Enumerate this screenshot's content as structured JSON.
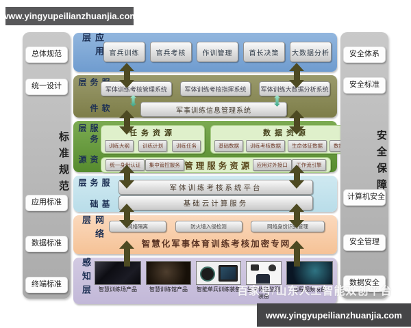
{
  "banners": {
    "top": "www.yingyupeilianzhuanjia.com",
    "bottom": "www.yingyupeilianzhuanjia.com"
  },
  "watermark": "百家号/山东人工智能双创平台",
  "left_column": {
    "title": "标准规范",
    "top_items": [
      "总体规范",
      "统一设计"
    ],
    "bottom_items": [
      "应用标准",
      "数据标准",
      "终端标准"
    ]
  },
  "right_column": {
    "title": "安全保障",
    "top_items": [
      "安全体系",
      "安全标准"
    ],
    "bottom_items": [
      "计算机安全",
      "安全管理",
      "数据安全"
    ]
  },
  "layers": {
    "application": {
      "label": "应用层",
      "items": [
        "官兵训练",
        "官兵考核",
        "作训管理",
        "首长决策",
        "大数据分析"
      ]
    },
    "software": {
      "label_outer": "软件",
      "label_inner": "服务层",
      "systems": [
        "军体训练考核管理系统",
        "军体训练考核指挥系统",
        "军体训练大数据分析系统"
      ],
      "base_system": "军事训练信息管理系统"
    },
    "resource": {
      "label_outer": "资源",
      "label_inner": "服务层",
      "task_panel": {
        "title": "任务资源",
        "items": [
          "训练大纲",
          "训练计划",
          "训练任务"
        ]
      },
      "data_panel": {
        "title": "数据资源",
        "items": [
          "基础数据",
          "训练考核数据",
          "生命体征数据",
          "数据接口"
        ]
      },
      "mgmt_panel": {
        "title": "管理服务资源",
        "items_left": [
          "统一身份认证",
          "集中管控服务"
        ],
        "items_right": [
          "应用对外接口",
          "工作流引擎"
        ]
      }
    },
    "foundation": {
      "label_outer": "基础",
      "label_inner": "服务层",
      "bars": [
        "军体训练考核系统平台",
        "基础云计算服务"
      ]
    },
    "network": {
      "label": "网络层",
      "items": [
        "网络隔离",
        "防火墙入侵检测",
        "网络身份识别管理"
      ],
      "caption": "智慧化军事体育训练考核加密专网"
    },
    "perception": {
      "label": "感知层",
      "products": [
        {
          "caption": "智慧训练场产品"
        },
        {
          "caption": "智慧训练馆产品"
        },
        {
          "caption": "智能单兵训练装备"
        },
        {
          "caption": "生命体征监测装备"
        },
        {
          "caption": "远程视频设备"
        }
      ]
    }
  },
  "colors": {
    "application_layer": "#7da7d9",
    "software_layer": "#8a8a55",
    "resource_layer": "#67a040",
    "foundation_layer": "#c4e3ee",
    "network_layer": "#f8cfae",
    "perception_layer": "#ccc3de",
    "side_column": "#b8b8b8",
    "arrow": "#4d4a22",
    "connector": "#4fb596",
    "banner_background": "#515153"
  }
}
